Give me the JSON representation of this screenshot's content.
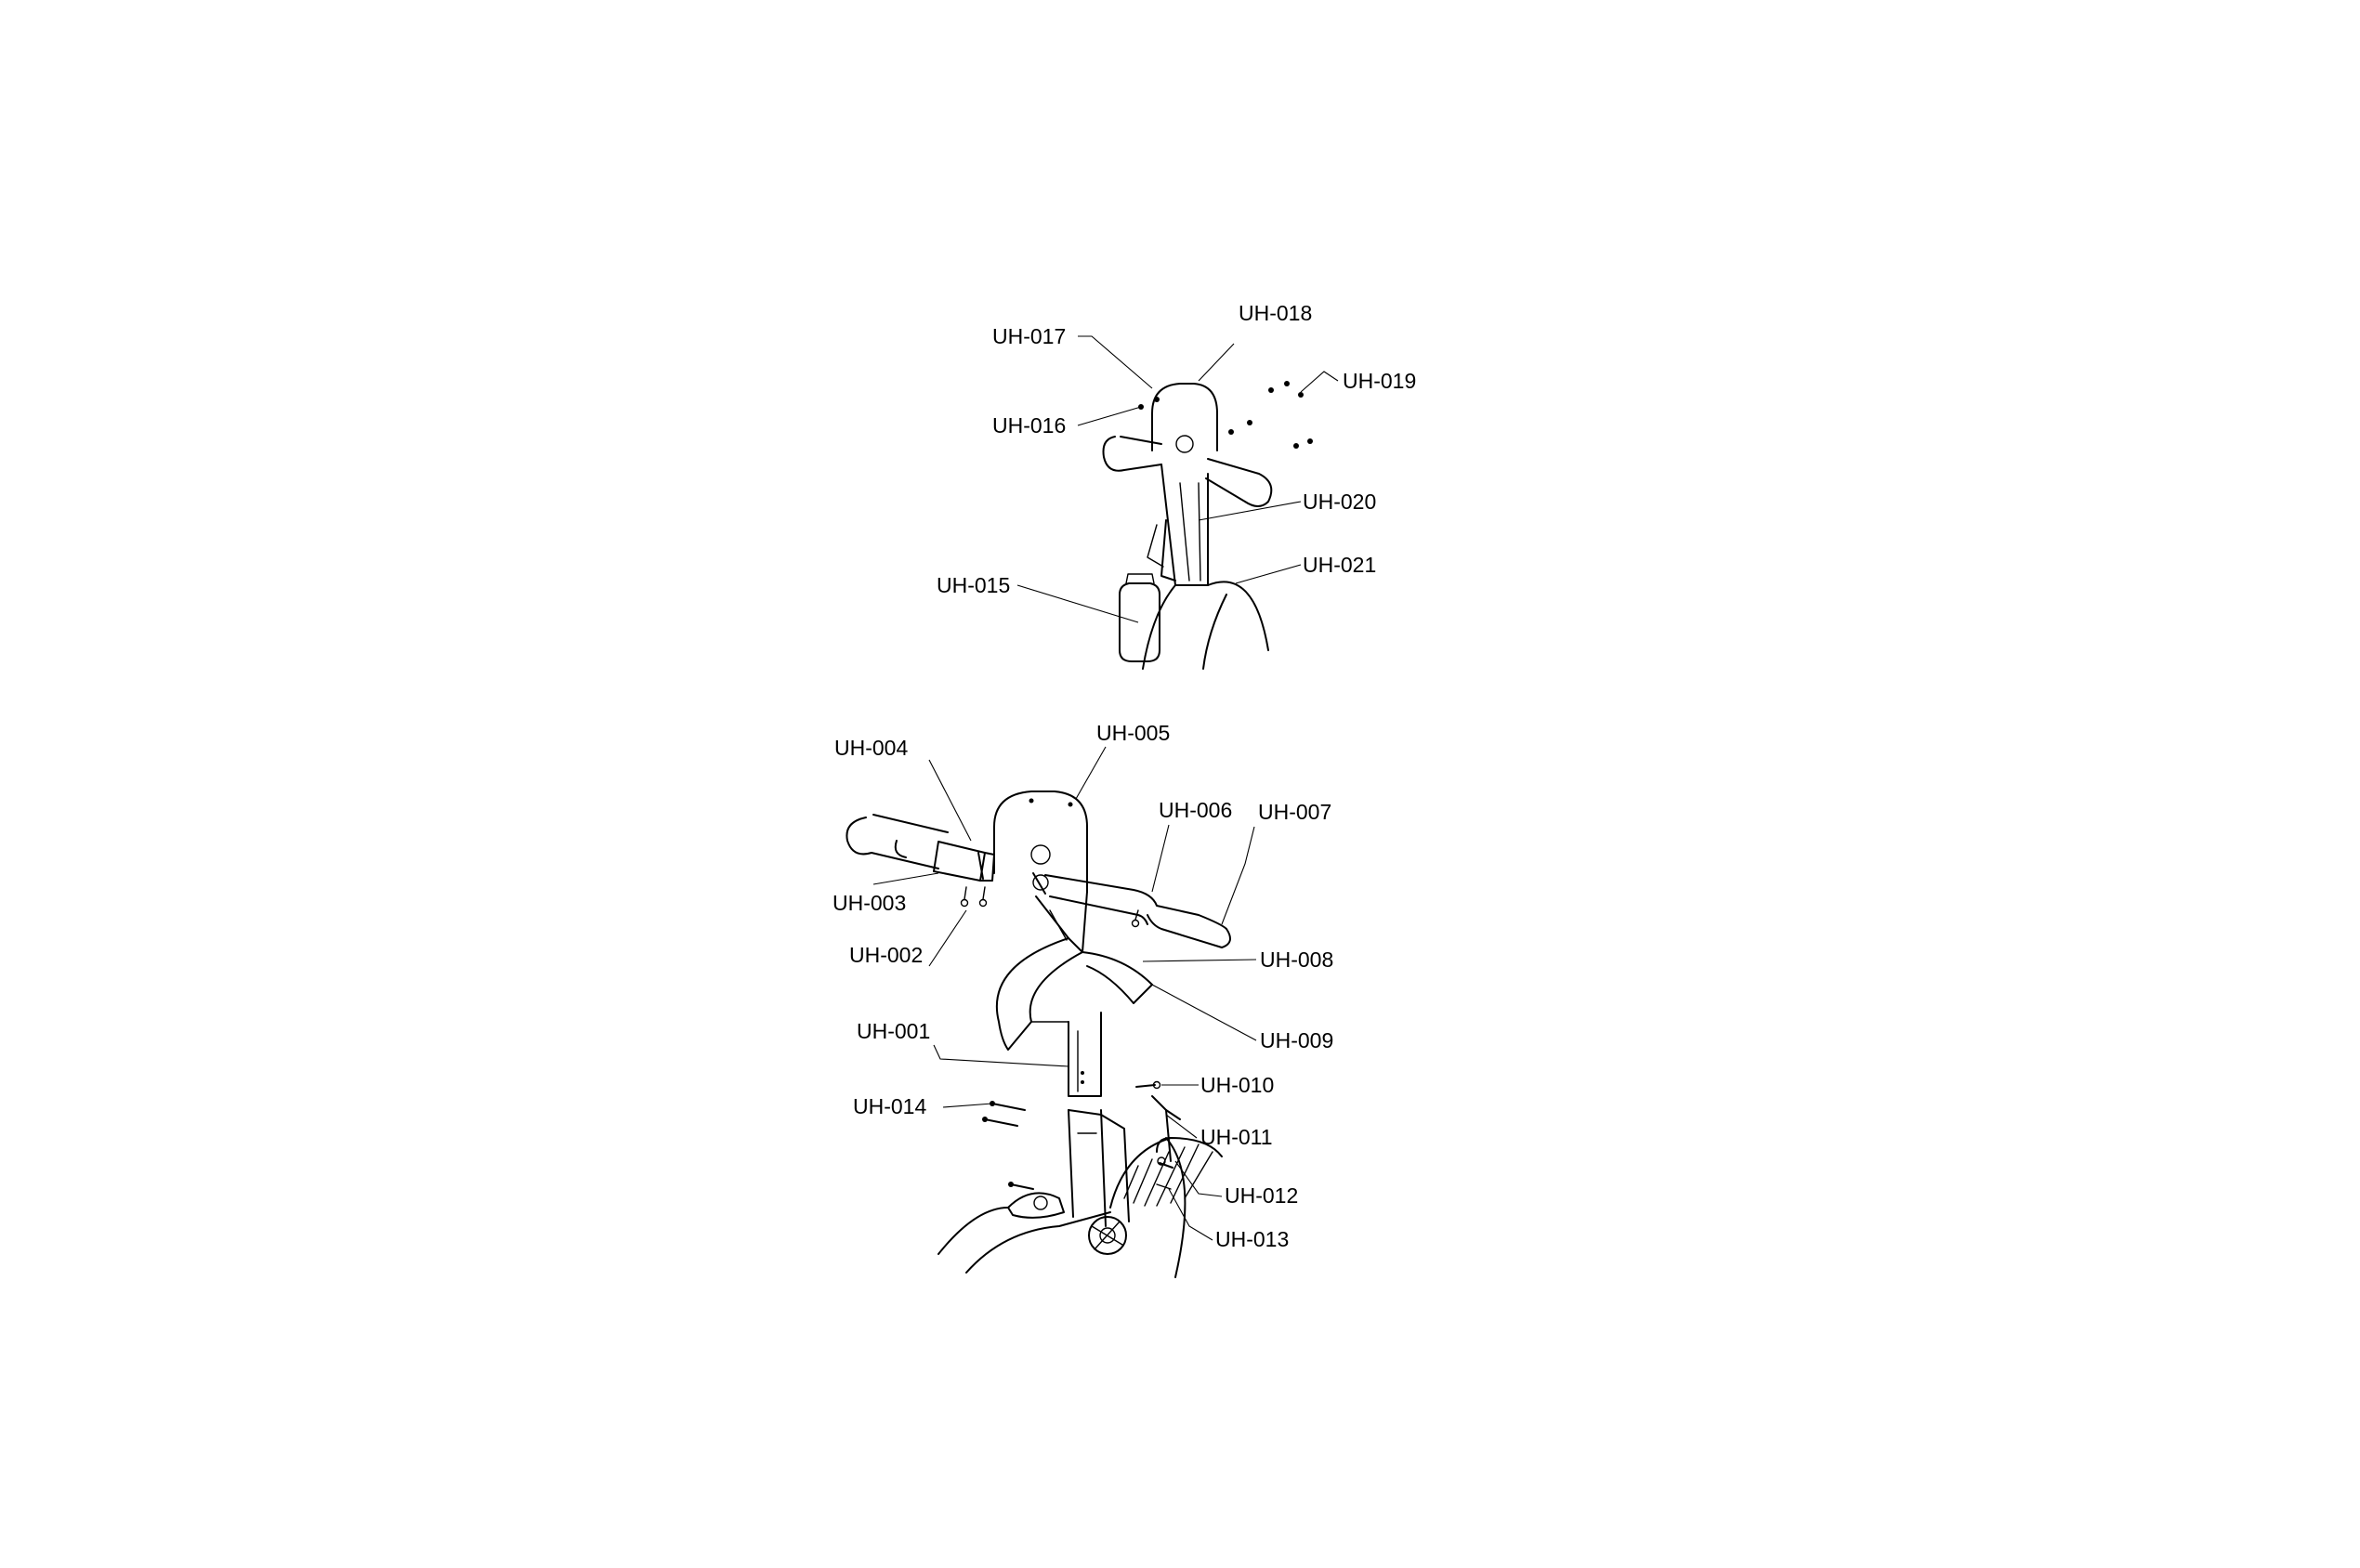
{
  "labels": {
    "uh001": "UH-001",
    "uh002": "UH-002",
    "uh003": "UH-003",
    "uh004": "UH-004",
    "uh005": "UH-005",
    "uh006": "UH-006",
    "uh007": "UH-007",
    "uh008": "UH-008",
    "uh009": "UH-009",
    "uh010": "UH-010",
    "uh011": "UH-011",
    "uh012": "UH-012",
    "uh013": "UH-013",
    "uh014": "UH-014",
    "uh015": "UH-015",
    "uh016": "UH-016",
    "uh017": "UH-017",
    "uh018": "UH-018",
    "uh019": "UH-019",
    "uh020": "UH-020",
    "uh021": "UH-021"
  }
}
